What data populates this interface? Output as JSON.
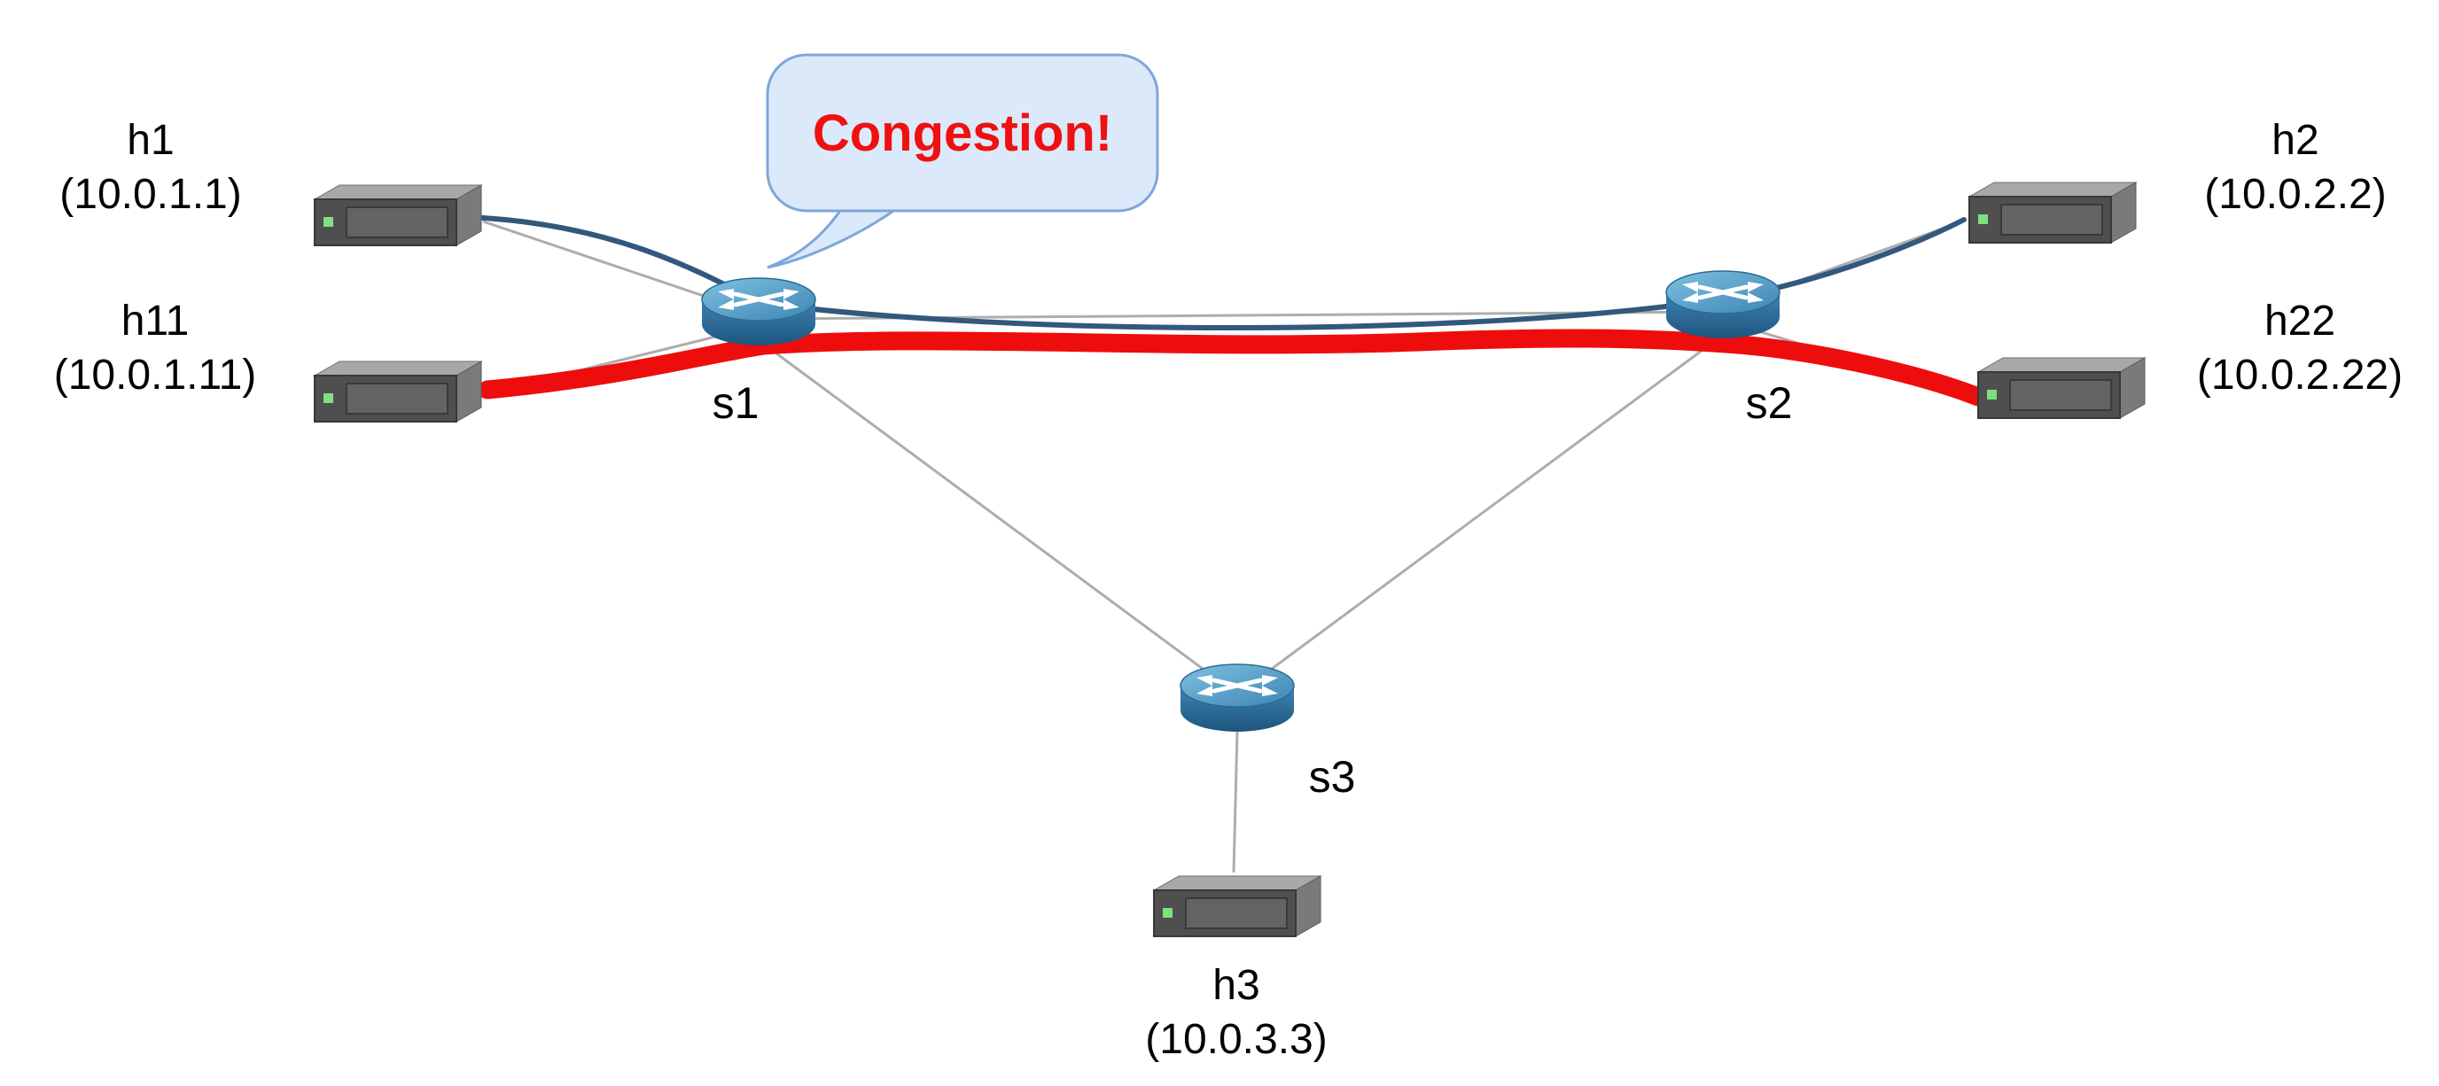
{
  "callout": {
    "text": "Congestion!"
  },
  "nodes": {
    "h1": {
      "label": "h1",
      "ip": "(10.0.1.1)",
      "type": "host"
    },
    "h11": {
      "label": "h11",
      "ip": "(10.0.1.11)",
      "type": "host"
    },
    "h2": {
      "label": "h2",
      "ip": "(10.0.2.2)",
      "type": "host"
    },
    "h22": {
      "label": "h22",
      "ip": "(10.0.2.22)",
      "type": "host"
    },
    "h3": {
      "label": "h3",
      "ip": "(10.0.3.3)",
      "type": "host"
    },
    "s1": {
      "label": "s1",
      "type": "switch"
    },
    "s2": {
      "label": "s2",
      "type": "switch"
    },
    "s3": {
      "label": "s3",
      "type": "switch"
    }
  },
  "links": [
    {
      "from": "h1",
      "to": "s1"
    },
    {
      "from": "h11",
      "to": "s1"
    },
    {
      "from": "s1",
      "to": "s2"
    },
    {
      "from": "s1",
      "to": "s3"
    },
    {
      "from": "s2",
      "to": "s3"
    },
    {
      "from": "s2",
      "to": "h2"
    },
    {
      "from": "s2",
      "to": "h22"
    },
    {
      "from": "s3",
      "to": "h3"
    }
  ],
  "flows": [
    {
      "name": "blue-flow",
      "path": [
        "h1",
        "s1",
        "s2",
        "h2"
      ],
      "color": "#33587E"
    },
    {
      "name": "red-flow",
      "path": [
        "h11",
        "s1",
        "s2",
        "h22"
      ],
      "color": "#EE0D0D"
    }
  ],
  "colors": {
    "link_gray": "#ADADAD",
    "flow_blue": "#33587E",
    "flow_red": "#EE0D0D",
    "bubble_fill": "#DBE9FA",
    "bubble_border": "#7DA7D9",
    "callout_text": "#EE1111"
  }
}
